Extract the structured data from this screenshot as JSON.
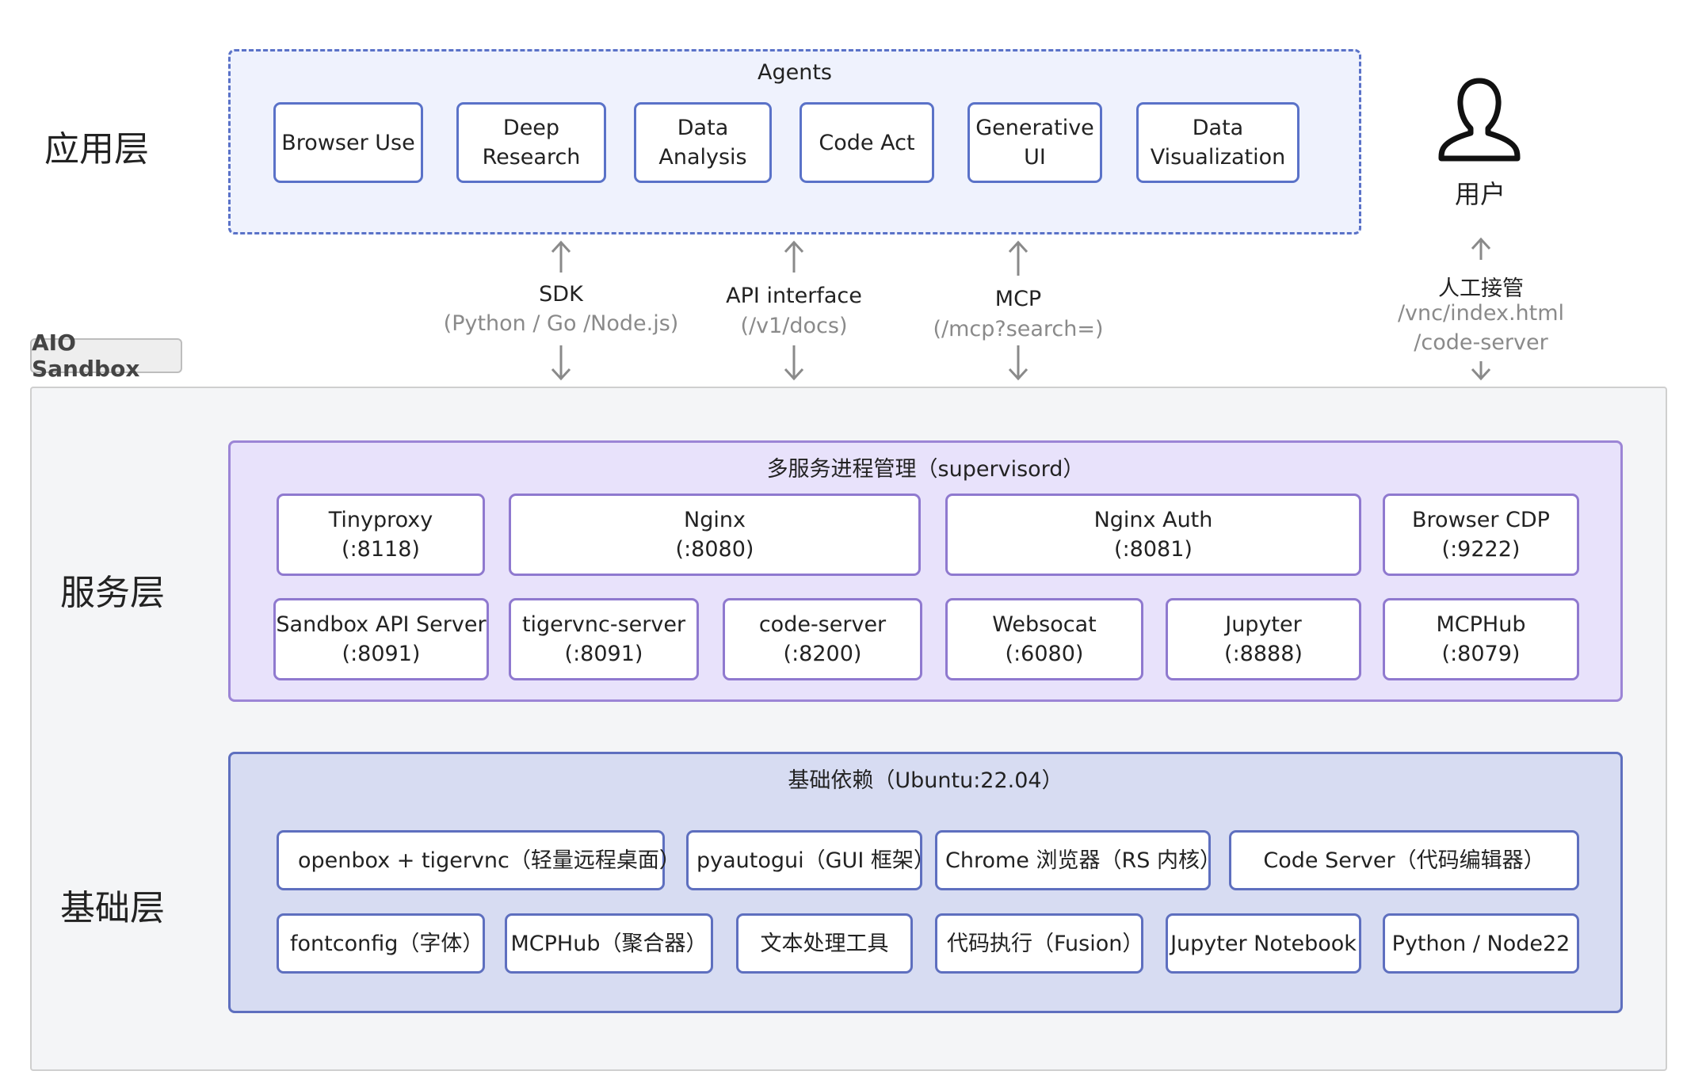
{
  "layers": {
    "app": "应用层",
    "service": "服务层",
    "base": "基础层"
  },
  "agents": {
    "title": "Agents",
    "items": [
      "Browser Use",
      "Deep\nResearch",
      "Data\nAnalysis",
      "Code Act",
      "Generative\nUI",
      "Data\nVisualization"
    ]
  },
  "user": {
    "label": "用户",
    "icon": "user-icon"
  },
  "interfaces": [
    {
      "title": "SDK",
      "sub": "(Python / Go /Node.js)"
    },
    {
      "title": "API interface",
      "sub": "(/v1/docs)"
    },
    {
      "title": "MCP",
      "sub": "(/mcp?search=)"
    }
  ],
  "manual": {
    "title": "人工接管",
    "sub1": "/vnc/index.html",
    "sub2": "/code-server"
  },
  "sandbox": {
    "label": "AIO Sandbox"
  },
  "services": {
    "title": "多服务进程管理（supervisord）",
    "row1": [
      "Tinyproxy\n(:8118)",
      "Nginx\n(:8080)",
      "Nginx Auth\n(:8081)",
      "Browser CDP\n(:9222)"
    ],
    "row2": [
      "Sandbox API Server\n(:8091)",
      "tigervnc-server\n(:8091)",
      "code-server\n(:8200)",
      "Websocat\n(:6080)",
      "Jupyter\n(:8888)",
      "MCPHub\n(:8079)"
    ]
  },
  "base": {
    "title": "基础依赖（Ubuntu:22.04）",
    "row1": [
      "openbox + tigervnc（轻量远程桌面）",
      "pyautogui（GUI 框架）",
      "Chrome 浏览器（RS 内核）",
      "Code Server（代码编辑器）"
    ],
    "row2": [
      "fontconfig（字体）",
      "MCPHub（聚合器）",
      "文本处理工具",
      "代码执行（Fusion）",
      "Jupyter Notebook",
      "Python / Node22"
    ]
  }
}
